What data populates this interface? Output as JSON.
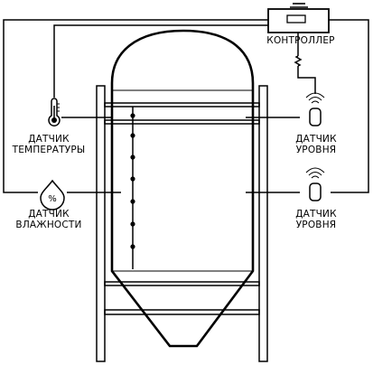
{
  "labels": {
    "controller": "КОНТРОЛЛЕР",
    "temp_sensor": [
      "ДАТЧИК",
      "ТЕМПЕРАТУРЫ"
    ],
    "humidity_sensor": [
      "ДАТЧИК",
      "ВЛАЖНОСТИ"
    ],
    "level_sensor_top": [
      "ДАТЧИК",
      "УРОВНЯ"
    ],
    "level_sensor_bottom": [
      "ДАТЧИК",
      "УРОВНЯ"
    ],
    "humidity_symbol": "%"
  },
  "icons": {
    "controller": "controller-box-icon",
    "temperature": "thermometer-icon",
    "humidity": "humidity-drop-icon",
    "level_top": "wireless-level-sensor-icon",
    "level_bottom": "wireless-level-sensor-icon"
  },
  "colors": {
    "stroke": "#000000",
    "background": "#ffffff"
  }
}
